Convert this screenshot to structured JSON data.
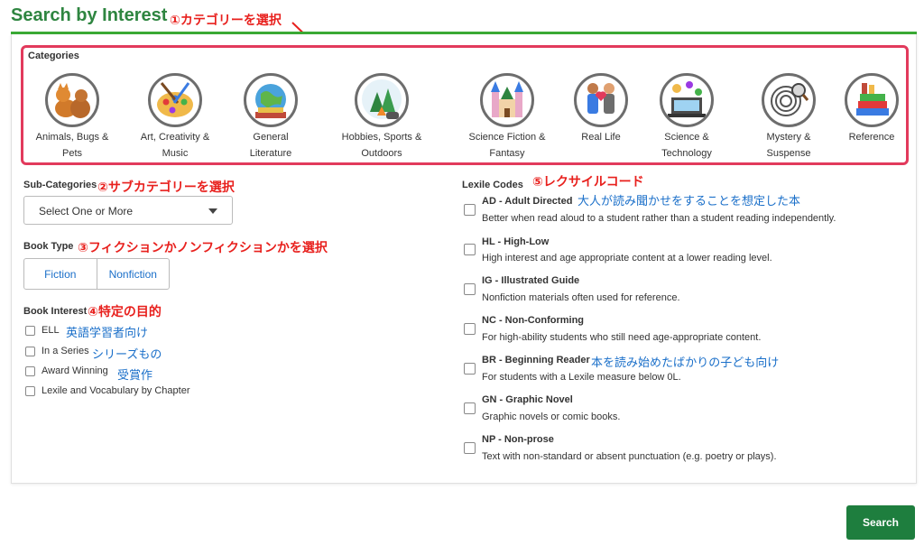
{
  "page": {
    "title": "Search by Interest"
  },
  "annotations": {
    "categories": "①カテゴリーを選択",
    "subcategories": "②サブカテゴリーを選択",
    "book_type": "③フィクションかノンフィクションかを選択",
    "book_interest": "④特定の目的",
    "lexile": "⑤レクサイルコード",
    "ell": "英語学習者向け",
    "series": "シリーズもの",
    "award": "受賞作",
    "ad": "大人が読み聞かせをすることを想定した本",
    "br": "本を読み始めたばかりの子ども向け"
  },
  "categories": {
    "label": "Categories",
    "items": [
      {
        "line1": "Animals, Bugs &",
        "line2": "Pets",
        "icon": "animals-icon"
      },
      {
        "line1": "Art, Creativity &",
        "line2": "Music",
        "icon": "art-palette-icon"
      },
      {
        "line1": "General",
        "line2": "Literature",
        "icon": "globe-books-icon"
      },
      {
        "line1": "Hobbies, Sports &",
        "line2": "Outdoors",
        "icon": "outdoors-icon"
      },
      {
        "line1": "Science Fiction &",
        "line2": "Fantasy",
        "icon": "castle-icon"
      },
      {
        "line1": "Real Life",
        "line2": "",
        "icon": "family-icon"
      },
      {
        "line1": "Science &",
        "line2": "Technology",
        "icon": "laptop-science-icon"
      },
      {
        "line1": "Mystery &",
        "line2": "Suspense",
        "icon": "fingerprint-icon"
      },
      {
        "line1": "Reference",
        "line2": "",
        "icon": "books-icon"
      }
    ]
  },
  "subcategories": {
    "label": "Sub-Categories",
    "placeholder": "Select One or More"
  },
  "book_type": {
    "label": "Book Type",
    "options": [
      "Fiction",
      "Nonfiction"
    ]
  },
  "book_interest": {
    "label": "Book Interest",
    "options": [
      "ELL",
      "In a Series",
      "Award Winning",
      "Lexile and Vocabulary by Chapter"
    ]
  },
  "lexile": {
    "label": "Lexile Codes",
    "codes": [
      {
        "title": "AD - Adult Directed",
        "desc": "Better when read aloud to a student rather than a student reading independently."
      },
      {
        "title": "HL - High-Low",
        "desc": "High interest and age appropriate content at a lower reading level."
      },
      {
        "title": "IG - Illustrated Guide",
        "desc": "Nonfiction materials often used for reference."
      },
      {
        "title": "NC - Non-Conforming",
        "desc": "For high-ability students who still need age-appropriate content."
      },
      {
        "title": "BR - Beginning Reader",
        "desc": "For students with a Lexile measure below 0L."
      },
      {
        "title": "GN - Graphic Novel",
        "desc": "Graphic novels or comic books."
      },
      {
        "title": "NP - Non-prose",
        "desc": "Text with non-standard or absent punctuation (e.g. poetry or plays)."
      }
    ]
  },
  "actions": {
    "search": "Search"
  }
}
